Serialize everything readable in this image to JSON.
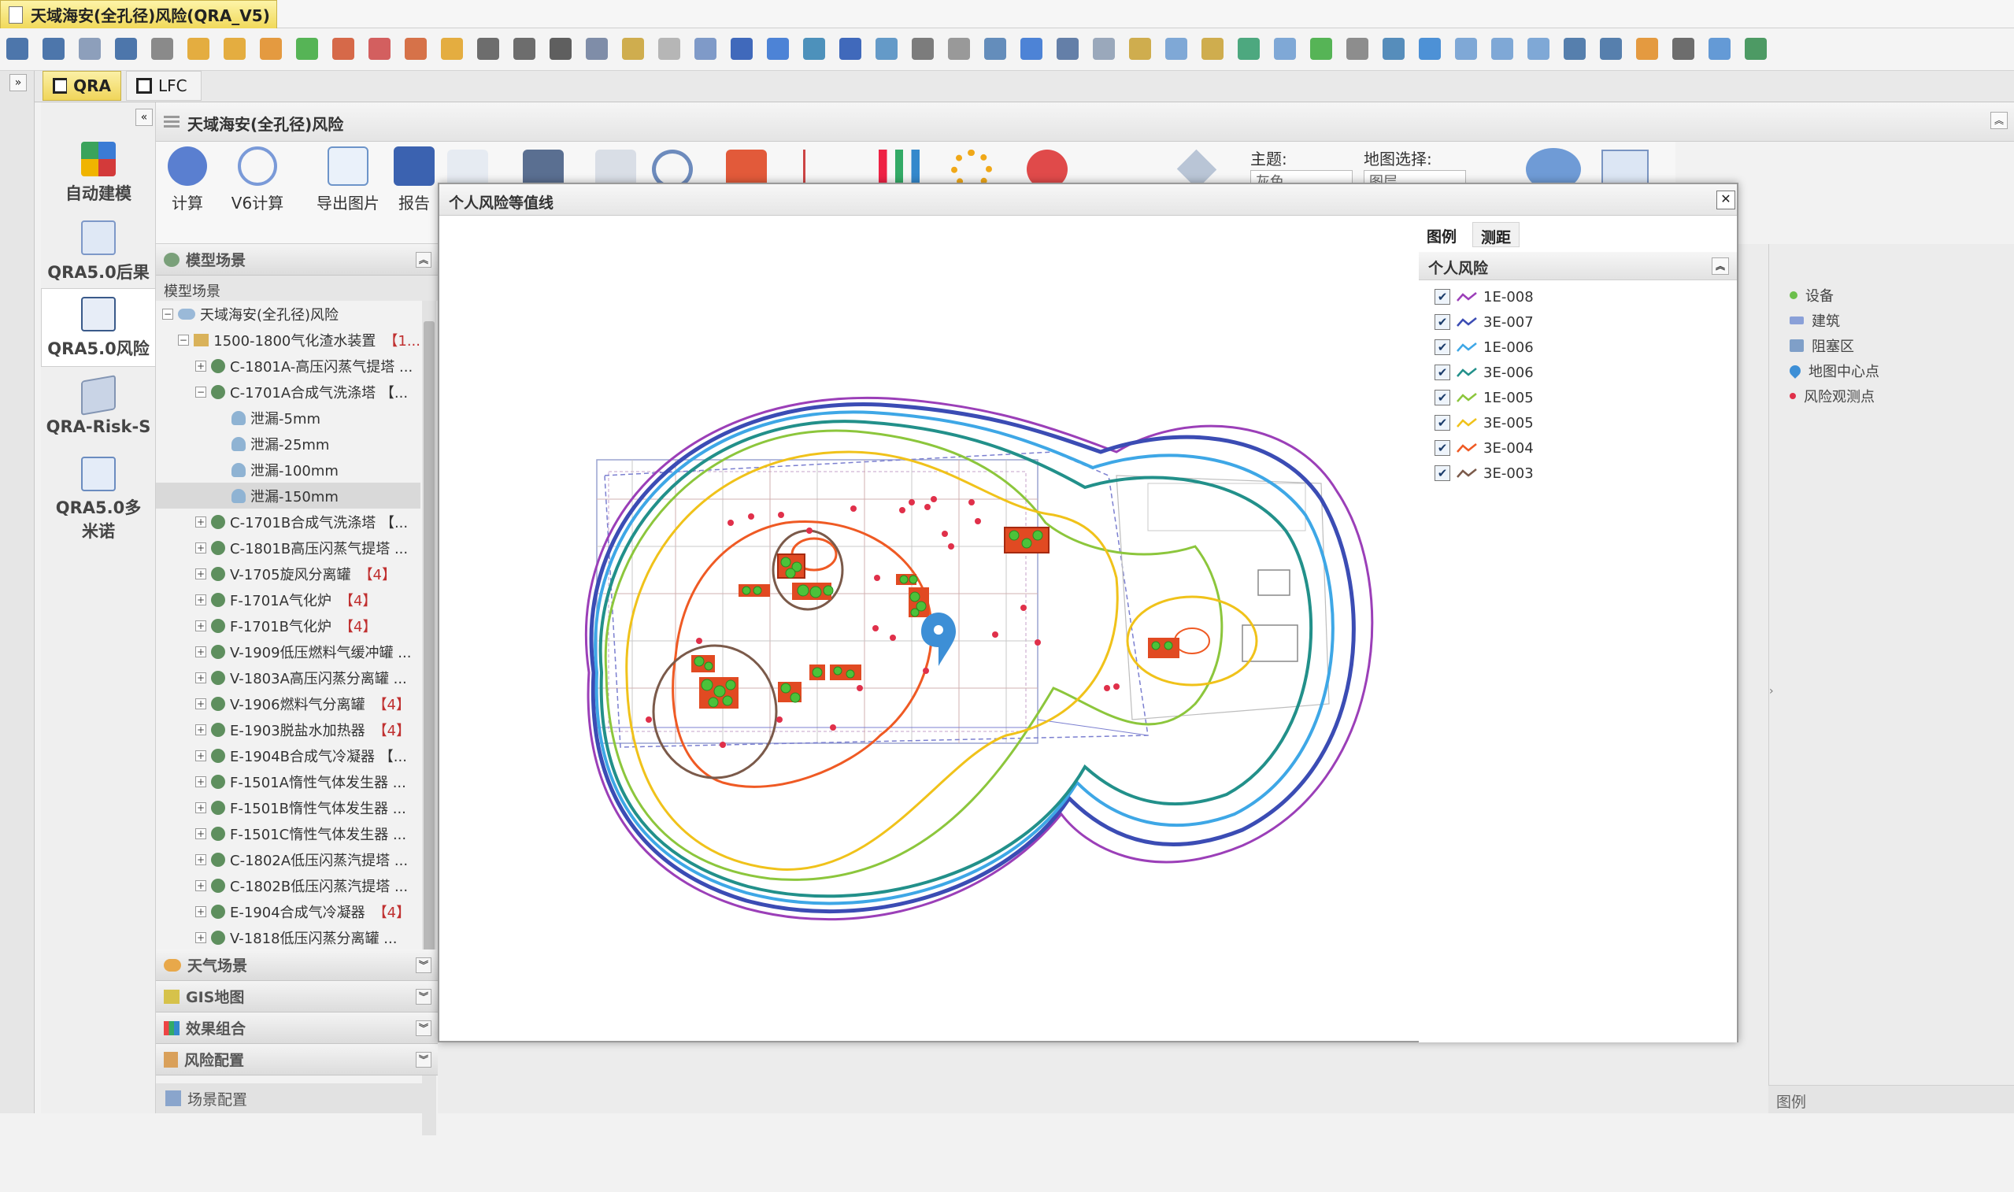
{
  "window": {
    "title": "天域海安(全孔径)风险(QRA_V5)"
  },
  "module_tabs": [
    {
      "label": "QRA"
    },
    {
      "label": "LFC"
    }
  ],
  "nav": {
    "items": [
      {
        "label": "自动建模",
        "icon": "grid-icon"
      },
      {
        "label": "QRA5.0后果",
        "icon": "consequence-icon"
      },
      {
        "label": "QRA5.0风险",
        "icon": "risk-icon",
        "active": true
      },
      {
        "label": "QRA-Risk-S",
        "icon": "risk-s-icon"
      },
      {
        "label": "QRA5.0多米诺",
        "icon": "domino-icon"
      }
    ]
  },
  "scene": {
    "title": "天域海安(全孔径)风险"
  },
  "ribbon": {
    "buttons": [
      {
        "label": "计算"
      },
      {
        "label": "V6计算"
      },
      {
        "label": "导出图片"
      },
      {
        "label": "报告"
      }
    ],
    "theme_label": "主题:",
    "theme_value": "灰色",
    "map_label": "地图选择:",
    "map_value": "图层"
  },
  "tree_panel": {
    "header": "模型场景",
    "subheader": "模型场景",
    "rows": [
      {
        "text": "天域海安(全孔径)风险",
        "level": 0,
        "expander": "−",
        "icon": "cloud"
      },
      {
        "text": "1500-1800气化渣水装置",
        "suffix": "【1...",
        "level": 1,
        "expander": "−",
        "icon": "folder"
      },
      {
        "text": "C-1801A-高压闪蒸气提塔 ...",
        "level": 2,
        "expander": "+",
        "icon": "equip"
      },
      {
        "text": "C-1701A合成气洗涤塔 【...",
        "level": 2,
        "expander": "−",
        "icon": "equip"
      },
      {
        "text": "泄漏-5mm",
        "level": 3,
        "icon": "leak"
      },
      {
        "text": "泄漏-25mm",
        "level": 3,
        "icon": "leak"
      },
      {
        "text": "泄漏-100mm",
        "level": 3,
        "icon": "leak"
      },
      {
        "text": "泄漏-150mm",
        "level": 3,
        "icon": "leak",
        "selected": true
      },
      {
        "text": "C-1701B合成气洗涤塔 【...",
        "level": 2,
        "expander": "+",
        "icon": "equip"
      },
      {
        "text": "C-1801B高压闪蒸气提塔 ...",
        "level": 2,
        "expander": "+",
        "icon": "equip"
      },
      {
        "text": "V-1705旋风分离罐",
        "suffix": "【4】",
        "level": 2,
        "expander": "+",
        "icon": "equip"
      },
      {
        "text": "F-1701A气化炉",
        "suffix": "【4】",
        "level": 2,
        "expander": "+",
        "icon": "equip"
      },
      {
        "text": "F-1701B气化炉",
        "suffix": "【4】",
        "level": 2,
        "expander": "+",
        "icon": "equip"
      },
      {
        "text": "V-1909低压燃料气缓冲罐 ...",
        "level": 2,
        "expander": "+",
        "icon": "equip"
      },
      {
        "text": "V-1803A高压闪蒸分离罐 ...",
        "level": 2,
        "expander": "+",
        "icon": "equip"
      },
      {
        "text": "V-1906燃料气分离罐",
        "suffix": "【4】",
        "level": 2,
        "expander": "+",
        "icon": "equip"
      },
      {
        "text": "E-1903脱盐水加热器",
        "suffix": "【4】",
        "level": 2,
        "expander": "+",
        "icon": "equip"
      },
      {
        "text": "E-1904B合成气冷凝器 【...",
        "level": 2,
        "expander": "+",
        "icon": "equip"
      },
      {
        "text": "F-1501A惰性气体发生器 ...",
        "level": 2,
        "expander": "+",
        "icon": "equip"
      },
      {
        "text": "F-1501B惰性气体发生器 ...",
        "level": 2,
        "expander": "+",
        "icon": "equip"
      },
      {
        "text": "F-1501C惰性气体发生器 ...",
        "level": 2,
        "expander": "+",
        "icon": "equip"
      },
      {
        "text": "C-1802A低压闪蒸汽提塔 ...",
        "level": 2,
        "expander": "+",
        "icon": "equip"
      },
      {
        "text": "C-1802B低压闪蒸汽提塔 ...",
        "level": 2,
        "expander": "+",
        "icon": "equip"
      },
      {
        "text": "E-1904合成气冷凝器",
        "suffix": "【4】",
        "level": 2,
        "expander": "+",
        "icon": "equip"
      },
      {
        "text": "V-1818低压闪蒸分离罐 ...",
        "level": 2,
        "expander": "+",
        "icon": "equip"
      }
    ],
    "sections": [
      {
        "label": "天气场景"
      },
      {
        "label": "GIS地图"
      },
      {
        "label": "效果组合"
      },
      {
        "label": "风险配置"
      }
    ],
    "footer": "场景配置"
  },
  "right_panel": {
    "items": [
      {
        "label": "设备",
        "color": "#6cbf4c"
      },
      {
        "label": "建筑",
        "color": "#8aa0d8"
      },
      {
        "label": "阻塞区",
        "color": "#7f9fc8"
      },
      {
        "label": "地图中心点",
        "color": "#3d8fd6"
      },
      {
        "label": "风险观测点",
        "color": "#e0304a"
      }
    ],
    "footer": "图例"
  },
  "modal": {
    "title": "个人风险等值线",
    "tabs": [
      {
        "label": "图例"
      },
      {
        "label": "测距"
      }
    ],
    "legend_header": "个人风险",
    "legend": [
      {
        "label": "1E-008",
        "color": "#9b3fb8",
        "checked": true
      },
      {
        "label": "3E-007",
        "color": "#3b4cb4",
        "checked": true
      },
      {
        "label": "1E-006",
        "color": "#3ea7e6",
        "checked": true
      },
      {
        "label": "3E-006",
        "color": "#22908a",
        "checked": true
      },
      {
        "label": "1E-005",
        "color": "#8cc63c",
        "checked": true
      },
      {
        "label": "3E-005",
        "color": "#f0c21a",
        "checked": true
      },
      {
        "label": "3E-004",
        "color": "#ef5a24",
        "checked": true
      },
      {
        "label": "3E-003",
        "color": "#7b5a4a",
        "checked": true
      }
    ]
  }
}
